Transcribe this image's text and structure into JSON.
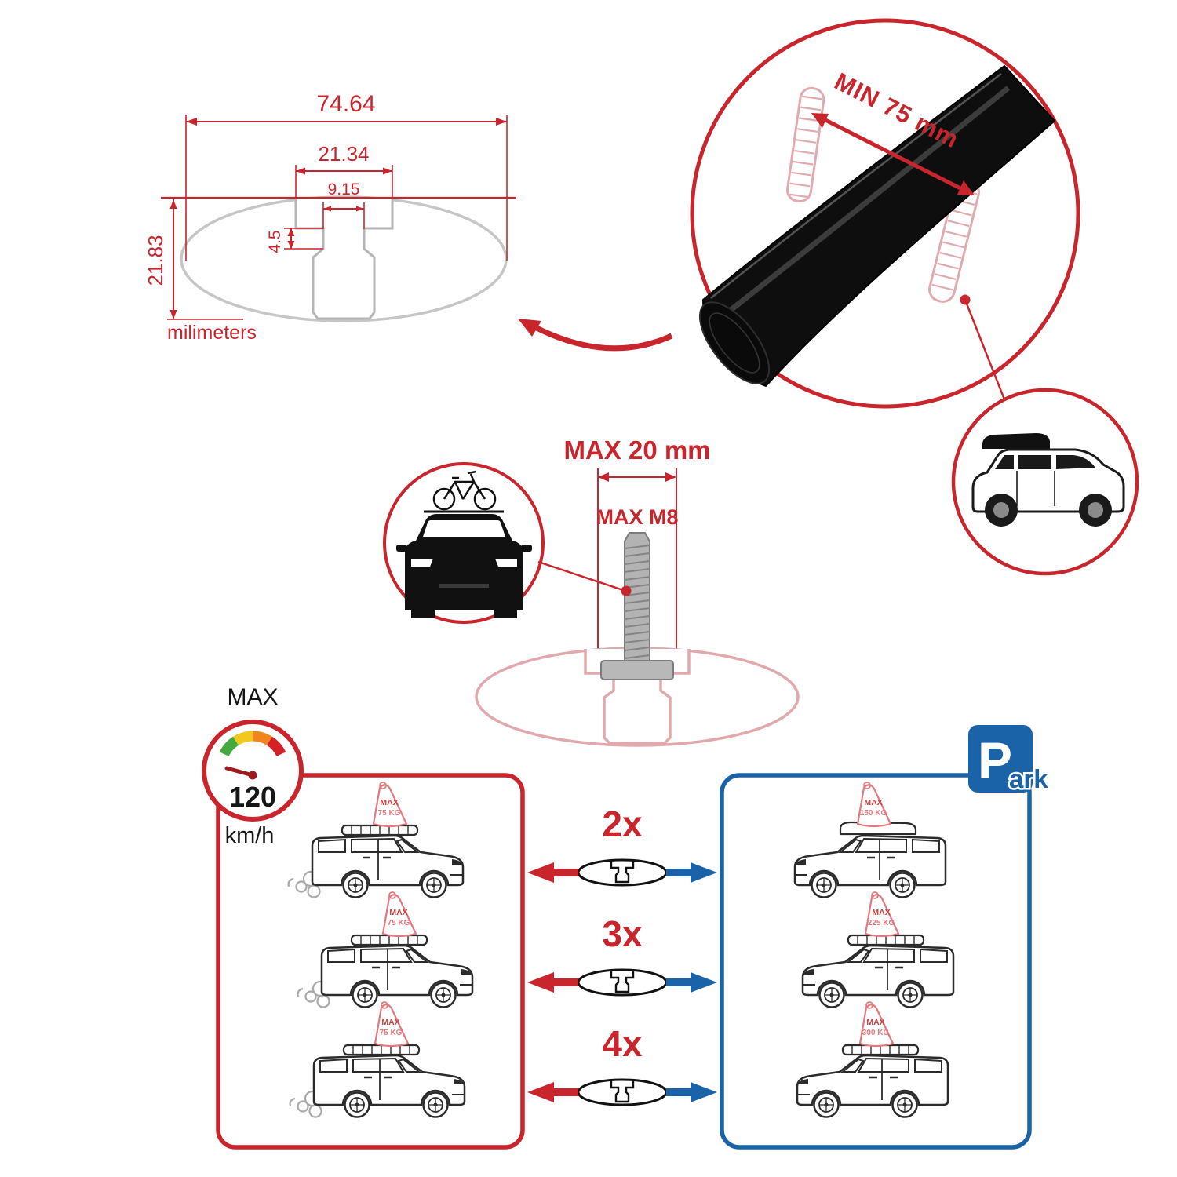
{
  "colors": {
    "red": "#c9252c",
    "blue": "#1a63a8",
    "pink": "#e2a9ad",
    "gray": "#b5b5b5",
    "black": "#111111"
  },
  "icons": {
    "speed-gauge-icon": "dial-with-needle",
    "park-sign-icon": "blue-square-P",
    "crossbar-cross-section-icon": "ellipse-with-t-slot",
    "suv-roofbox-icon": "suv-side-with-cargo-box",
    "car-bike-icon": "car-front-with-bicycle",
    "t-bolt-icon": "threaded-t-slot-bolt",
    "u-clamp-icon": "threaded-u-bolt"
  },
  "dimension_diagram": {
    "total_width": "74.64",
    "channel_width": "21.34",
    "slot_width": "9.15",
    "lip_height": "4.5",
    "total_height": "21.83",
    "units_label": "milimeters"
  },
  "clamp_detail": {
    "min_span_label": "MIN 75 mm"
  },
  "bolt_detail": {
    "max_width_label": "MAX 20 mm",
    "max_thread_label": "MAX M8"
  },
  "speed_limit": {
    "title": "MAX",
    "value": "120",
    "unit": "km/h"
  },
  "park_sign": {
    "initial": "P",
    "suffix": "ark"
  },
  "capacity": {
    "multipliers": [
      "2x",
      "3x",
      "4x"
    ],
    "left_cars": [
      {
        "label": "MAX",
        "weight": "75 KG"
      },
      {
        "label": "MAX",
        "weight": "75 KG"
      },
      {
        "label": "MAX",
        "weight": "75 KG"
      }
    ],
    "right_cars": [
      {
        "label": "MAX",
        "weight": "150 KG"
      },
      {
        "label": "MAX",
        "weight": "225 KG"
      },
      {
        "label": "MAX",
        "weight": "300 KG"
      }
    ]
  }
}
